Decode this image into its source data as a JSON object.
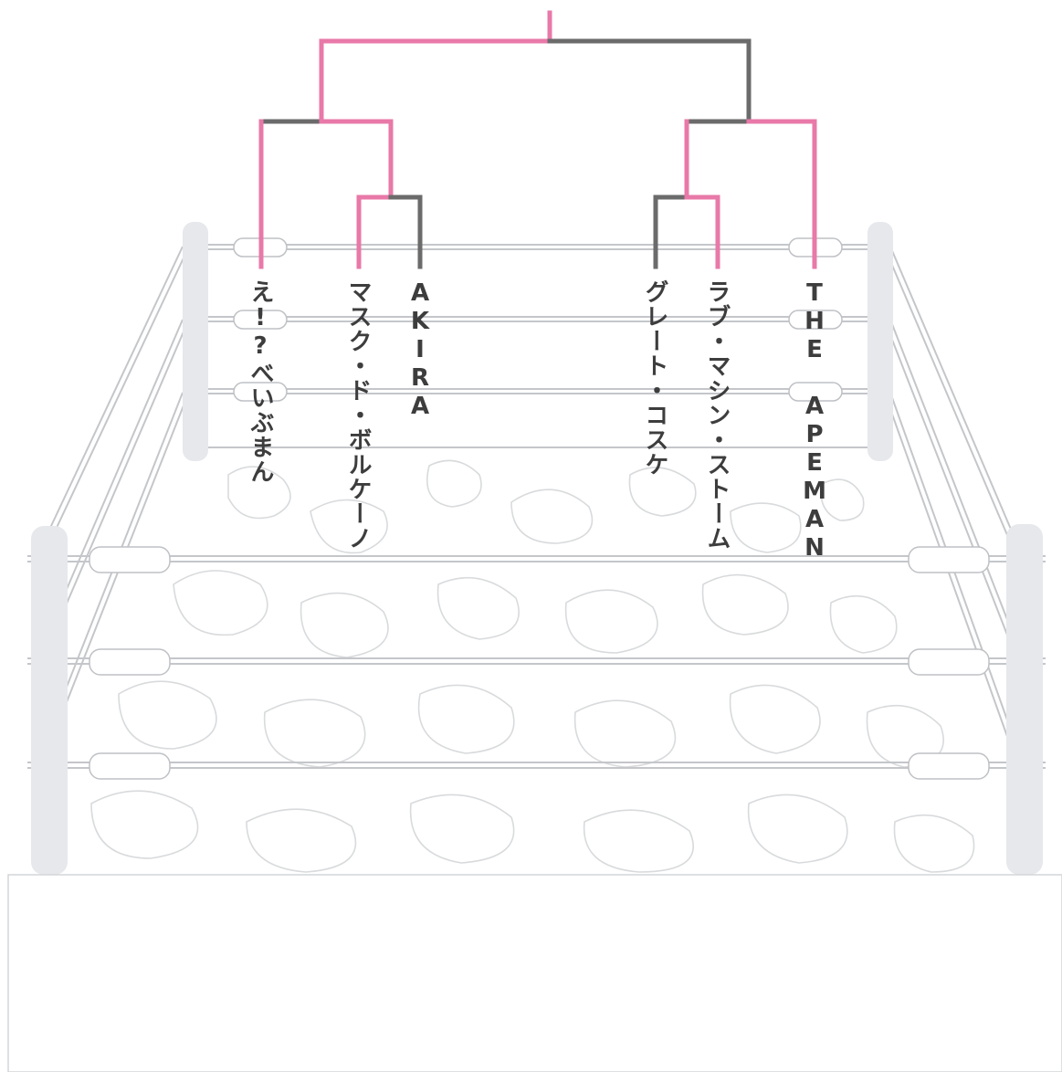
{
  "bracket": {
    "winner_color": "#e879a8",
    "loser_color": "#6b6b6b",
    "entrants": [
      {
        "name": "え!?べいぶまん"
      },
      {
        "name": "マスク・ド・ボルケーノ"
      },
      {
        "name": "AKIRA"
      },
      {
        "name": "グレート・コスケ"
      },
      {
        "name": "ラブ・マシン・ストーム"
      },
      {
        "name": "THE APEMAN"
      }
    ]
  },
  "ring": {
    "post_color": "#e6e8ec",
    "rope_color": "#c9cbcf",
    "canvas_pattern_color": "#d5d7d9"
  }
}
